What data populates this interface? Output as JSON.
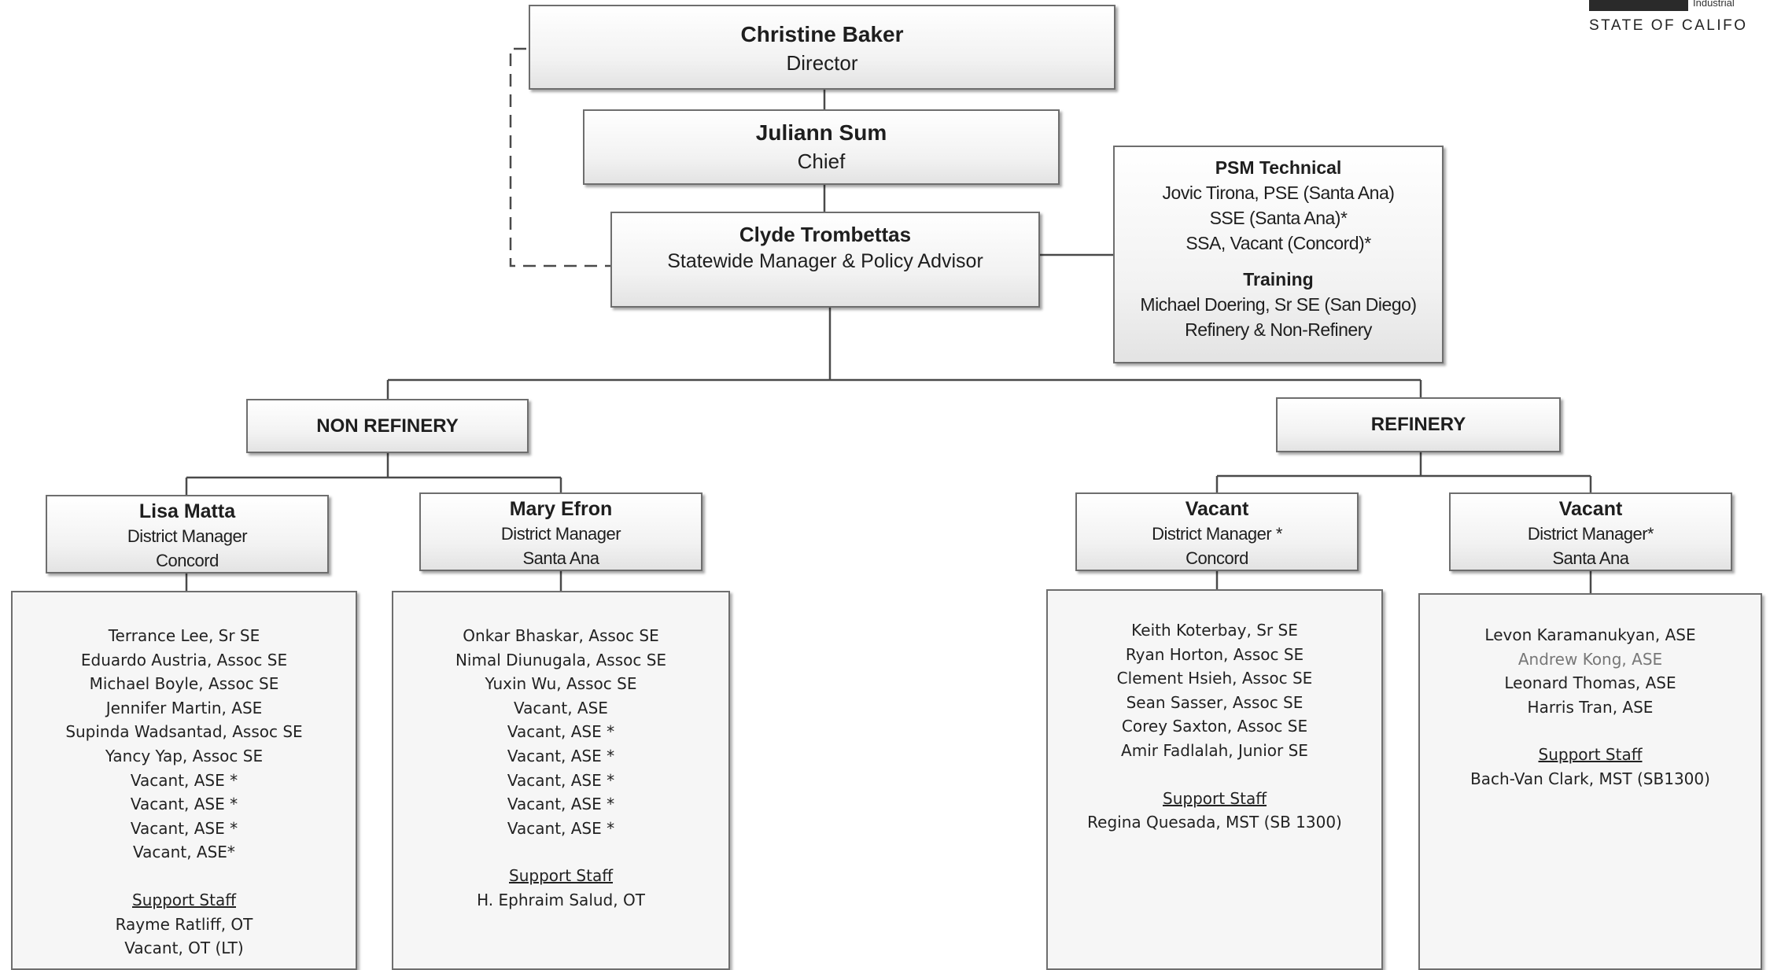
{
  "header_logo": {
    "small_text": "Industrial",
    "state_text": "STATE OF CALIFO"
  },
  "director": {
    "name": "Christine Baker",
    "title": "Director"
  },
  "chief": {
    "name": "Juliann Sum",
    "title": "Chief"
  },
  "manager": {
    "name": "Clyde Trombettas",
    "title": "Statewide Manager & Policy Advisor"
  },
  "psm": {
    "heading": "PSM Technical",
    "lines": [
      "Jovic Tirona, PSE (Santa Ana)",
      "SSE (Santa Ana)*",
      "SSA, Vacant (Concord)*"
    ],
    "training_heading": "Training",
    "training_lines": [
      "Michael Doering, Sr SE  (San Diego)",
      "Refinery & Non-Refinery"
    ]
  },
  "divisions": {
    "non_refinery": "NON REFINERY",
    "refinery": "REFINERY"
  },
  "districts": [
    {
      "name": "Lisa Matta",
      "title": "District Manager",
      "location": "Concord",
      "staff": [
        "Terrance Lee, Sr SE",
        "Eduardo Austria, Assoc SE",
        "Michael Boyle, Assoc SE",
        "Jennifer Martin, ASE",
        "Supinda Wadsantad, Assoc SE",
        "Yancy Yap, Assoc SE",
        "Vacant, ASE *",
        "Vacant, ASE *",
        "Vacant, ASE *",
        "Vacant, ASE*"
      ],
      "support_heading": "Support Staff",
      "support": [
        "Rayme Ratliff, OT",
        "Vacant, OT (LT)"
      ]
    },
    {
      "name": "Mary Efron",
      "title": "District Manager",
      "location": "Santa Ana",
      "staff": [
        "Onkar Bhaskar, Assoc SE",
        "Nimal Diunugala, Assoc SE",
        "Yuxin Wu, Assoc SE",
        "Vacant, ASE",
        "Vacant, ASE *",
        "Vacant, ASE *",
        "Vacant, ASE *",
        "Vacant, ASE *",
        "Vacant, ASE *"
      ],
      "support_heading": "Support Staff",
      "support": [
        "H. Ephraim Salud, OT"
      ]
    },
    {
      "name": "Vacant",
      "title": "District Manager *",
      "location": "Concord",
      "staff": [
        "Keith Koterbay, Sr SE",
        "Ryan Horton, Assoc SE",
        "Clement Hsieh, Assoc SE",
        "Sean Sasser, Assoc SE",
        "Corey Saxton, Assoc SE",
        "Amir Fadlalah, Junior SE"
      ],
      "support_heading": "Support Staff",
      "support": [
        "Regina Quesada, MST (SB 1300)"
      ]
    },
    {
      "name": "Vacant",
      "title": "District Manager*",
      "location": "Santa Ana",
      "staff": [
        "Levon Karamanukyan, ASE",
        "Andrew Kong, ASE",
        "Leonard Thomas, ASE",
        "Harris Tran, ASE"
      ],
      "support_heading": "Support Staff",
      "support": [
        "Bach-Van Clark, MST (SB1300)"
      ]
    }
  ]
}
